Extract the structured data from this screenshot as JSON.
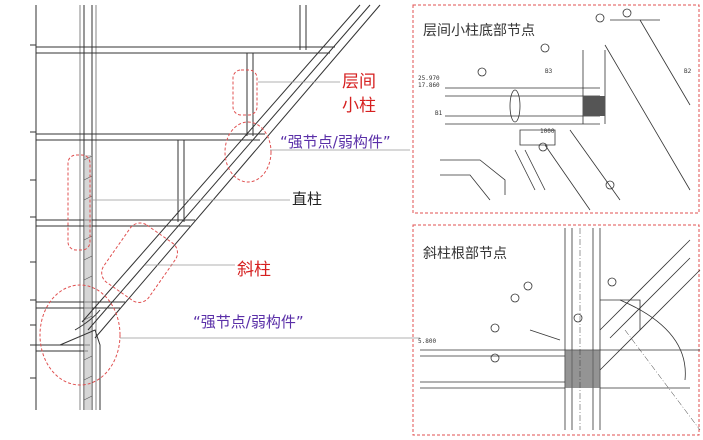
{
  "labels": {
    "interstory_short_column_line1": "层间",
    "interstory_short_column_line2": "小柱",
    "strong_joint_weak_member_upper": "“强节点/弱构件”",
    "straight_column": "直柱",
    "inclined_column": "斜柱",
    "strong_joint_weak_member_lower": "“强节点/弱构件”"
  },
  "panels": {
    "top_title": "层间小柱底部节点",
    "bottom_title": "斜柱根部节点"
  },
  "elevation_marks": {
    "level_1": "5.800",
    "level_2": "17.860",
    "level_3": "25.970",
    "level_4": "1000",
    "level_5": "B1",
    "level_6": "B2",
    "level_7": "B3"
  },
  "colors": {
    "annotation_red": "#d62020",
    "annotation_purple": "#5a2fa8",
    "drawing_line": "#333333",
    "dash_red": "#e05050"
  }
}
